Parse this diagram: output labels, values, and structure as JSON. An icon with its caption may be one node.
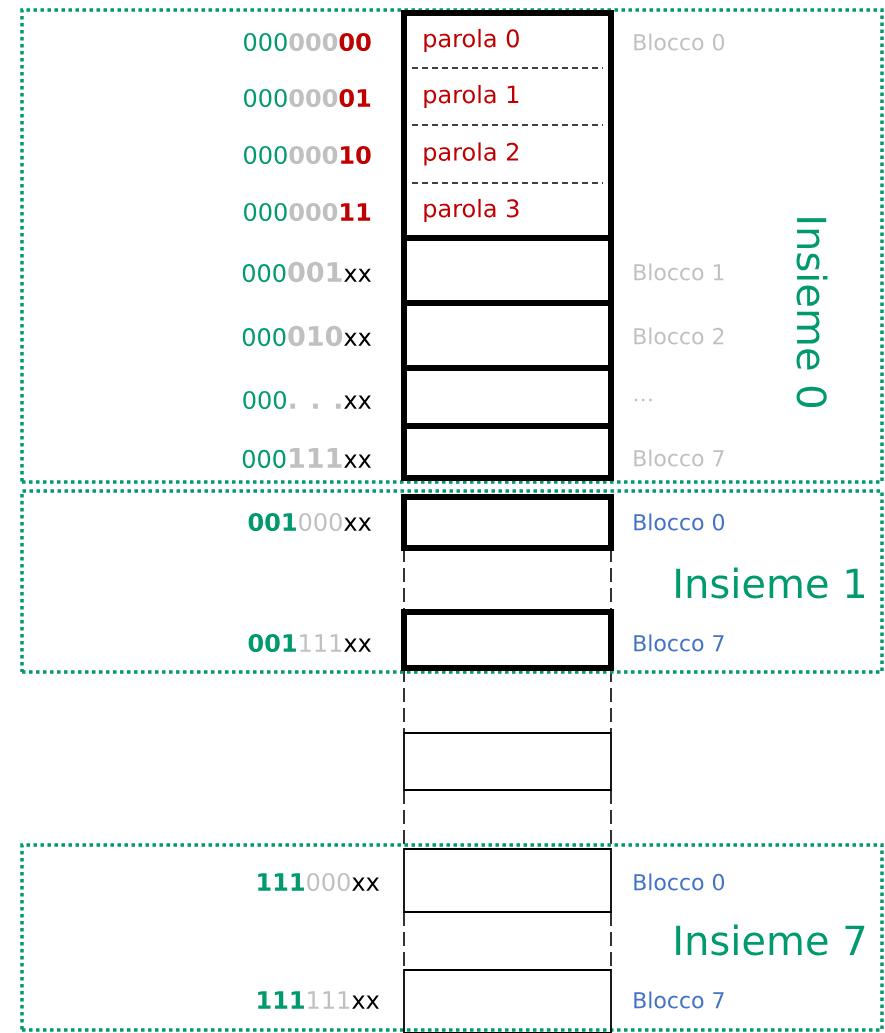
{
  "diagram": {
    "nodes": [
      {
        "text": [
          "Insieme 0"
        ]
      },
      {
        "text": [],
        "shape": "box",
        "in": 0
      },
      {
        "text": [
          "parola 0"
        ],
        "in": 1
      },
      {
        "text": [
          "parola 1"
        ],
        "in": 1
      },
      {
        "text": [
          "parola 2"
        ],
        "in": 1
      },
      {
        "text": [
          "parola 3"
        ],
        "in": 1
      },
      {
        "text": [],
        "shape": "box",
        "in": 0
      },
      {
        "text": [],
        "shape": "box",
        "in": 0
      },
      {
        "text": [],
        "shape": "box",
        "in": 0
      },
      {
        "text": [],
        "shape": "box",
        "in": 0
      },
      {
        "text": [
          "Insieme 1"
        ]
      },
      {
        "text": [],
        "shape": "box",
        "in": 10
      },
      {
        "text": [],
        "shape": "box",
        "in": 10
      },
      {
        "text": [],
        "shape": "box"
      },
      {
        "text": [
          "Insieme 7"
        ]
      },
      {
        "text": [],
        "shape": "box",
        "in": 14
      },
      {
        "text": [],
        "shape": "box",
        "in": 14
      }
    ],
    "edges": [],
    "labels": [
      "000",
      "000",
      "00",
      "Blocco 0",
      "000",
      "000",
      "01",
      "000",
      "000",
      "10",
      "000",
      "000",
      "11",
      "000",
      "001",
      "xx",
      "Blocco 1",
      "000",
      "010",
      "xx",
      "Blocco 2",
      "000",
      ". . .",
      "xx",
      "…",
      "000",
      "111",
      "xx",
      "Blocco 7",
      "001",
      "000",
      "xx",
      "Blocco 0",
      "001",
      "111",
      "xx",
      "Blocco 7",
      "111",
      "000",
      "xx",
      "Blocco 0",
      "111",
      "111",
      "xx",
      "Blocco 7"
    ]
  }
}
